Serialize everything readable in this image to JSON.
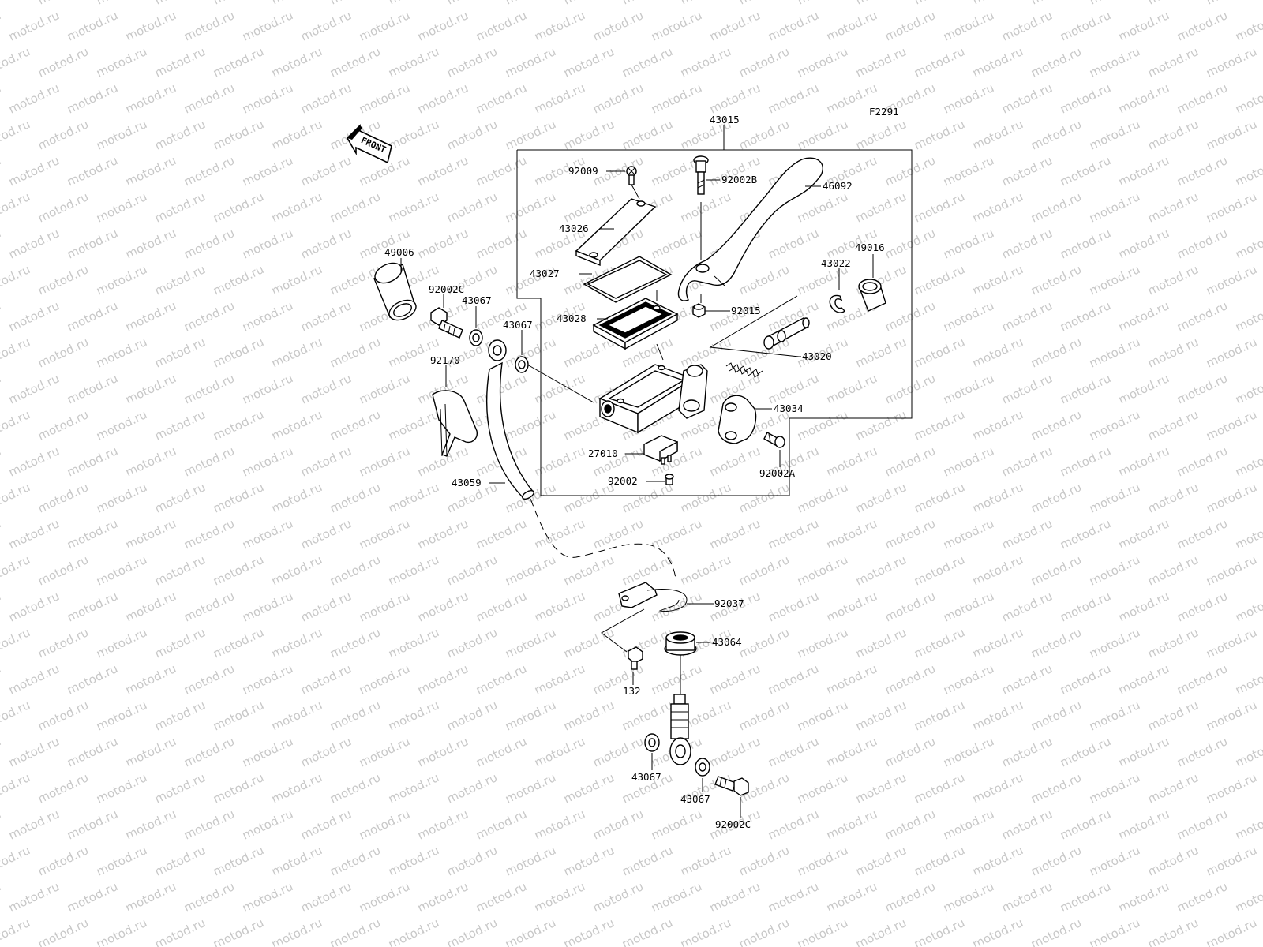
{
  "figure_code": "F2291",
  "watermark_text": "motod.ru",
  "front_arrow_text": "FRONT",
  "colors": {
    "ink": "#000000",
    "watermark": "#c8c8c8",
    "background": "#ffffff"
  },
  "labels": {
    "p43015": "43015",
    "p92009": "92009",
    "p92002B": "92002B",
    "p46092": "46092",
    "p43026": "43026",
    "p43027": "43027",
    "p43028": "43028",
    "p92015": "92015",
    "p43022": "43022",
    "p49016": "49016",
    "p43020": "43020",
    "p43034": "43034",
    "p27010": "27010",
    "p92002A": "92002A",
    "p92002": "92002",
    "p49006": "49006",
    "p92002C_top": "92002C",
    "p43067_a": "43067",
    "p43067_b": "43067",
    "p92170": "92170",
    "p43059": "43059",
    "p92037": "92037",
    "p43064": "43064",
    "p132": "132",
    "p43067_c": "43067",
    "p43067_d": "43067",
    "p92002C_bot": "92002C"
  }
}
